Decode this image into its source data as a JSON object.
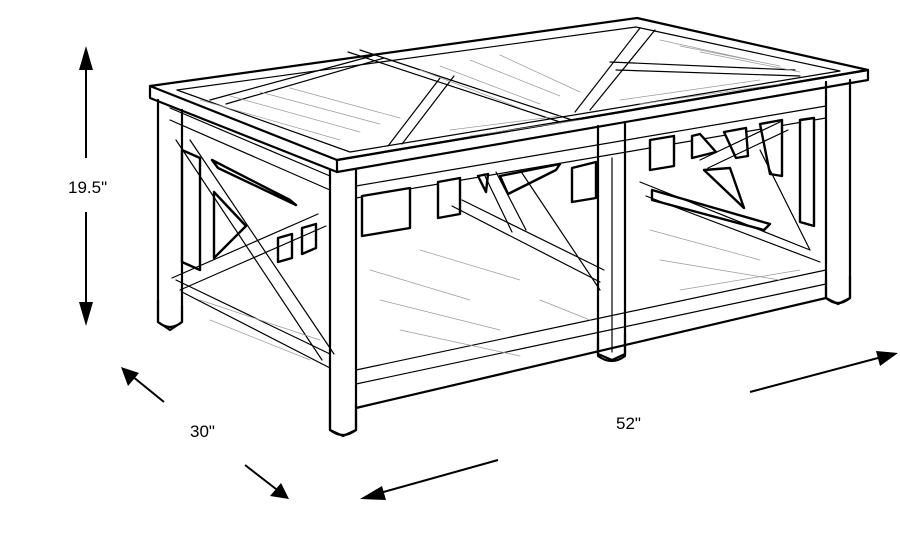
{
  "figure": {
    "subject": "coffee table line drawing",
    "style": "black outline sketch on white background"
  },
  "dimensions": {
    "height": {
      "label": "19.5\"",
      "value": 19.5,
      "unit": "in"
    },
    "depth": {
      "label": "30\"",
      "value": 30,
      "unit": "in"
    },
    "width": {
      "label": "52\"",
      "value": 52,
      "unit": "in"
    }
  },
  "colors": {
    "background": "#ffffff",
    "line": "#000000",
    "grain": "#9a9a9a"
  }
}
